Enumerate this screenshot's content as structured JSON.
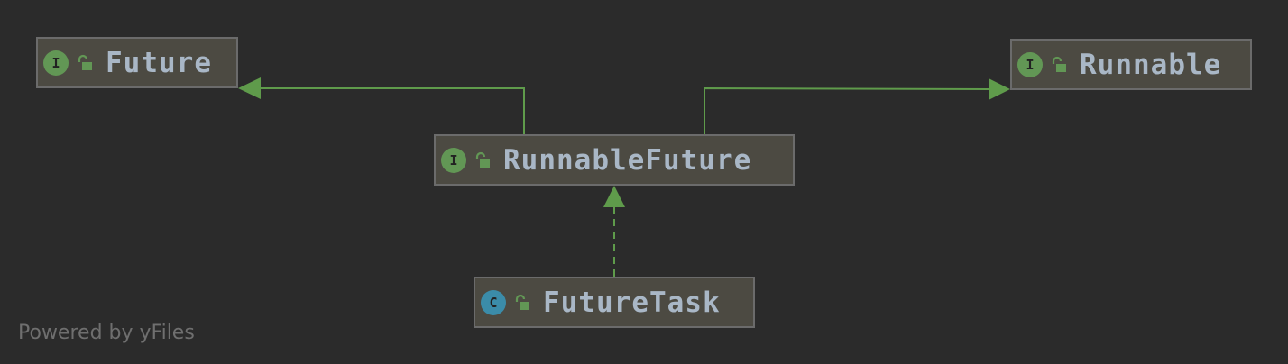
{
  "colors": {
    "background": "#2b2b2b",
    "node_fill": "#4c4a42",
    "node_border": "#6b6b6b",
    "edge": "#5f9b4b",
    "interface_badge": "#629755",
    "class_badge": "#3b8ca9",
    "label_text": "#a9b7c6",
    "lock": "#629755"
  },
  "nodes": {
    "future": {
      "label": "Future",
      "kind_letter": "I",
      "kind": "interface",
      "kind_icon": "interface-icon",
      "access_icon": "unlocked-icon"
    },
    "runnable": {
      "label": "Runnable",
      "kind_letter": "I",
      "kind": "interface",
      "kind_icon": "interface-icon",
      "access_icon": "unlocked-icon"
    },
    "runnable_future": {
      "label": "RunnableFuture",
      "kind_letter": "I",
      "kind": "interface",
      "kind_icon": "interface-icon",
      "access_icon": "unlocked-icon"
    },
    "future_task": {
      "label": "FutureTask",
      "kind_letter": "C",
      "kind": "class",
      "kind_icon": "class-icon",
      "access_icon": "unlocked-icon"
    }
  },
  "edges": [
    {
      "from": "RunnableFuture",
      "to": "Future",
      "relation": "extends",
      "style": "solid"
    },
    {
      "from": "RunnableFuture",
      "to": "Runnable",
      "relation": "extends",
      "style": "solid"
    },
    {
      "from": "FutureTask",
      "to": "RunnableFuture",
      "relation": "implements",
      "style": "dashed"
    }
  ],
  "watermark": "Powered by yFiles"
}
